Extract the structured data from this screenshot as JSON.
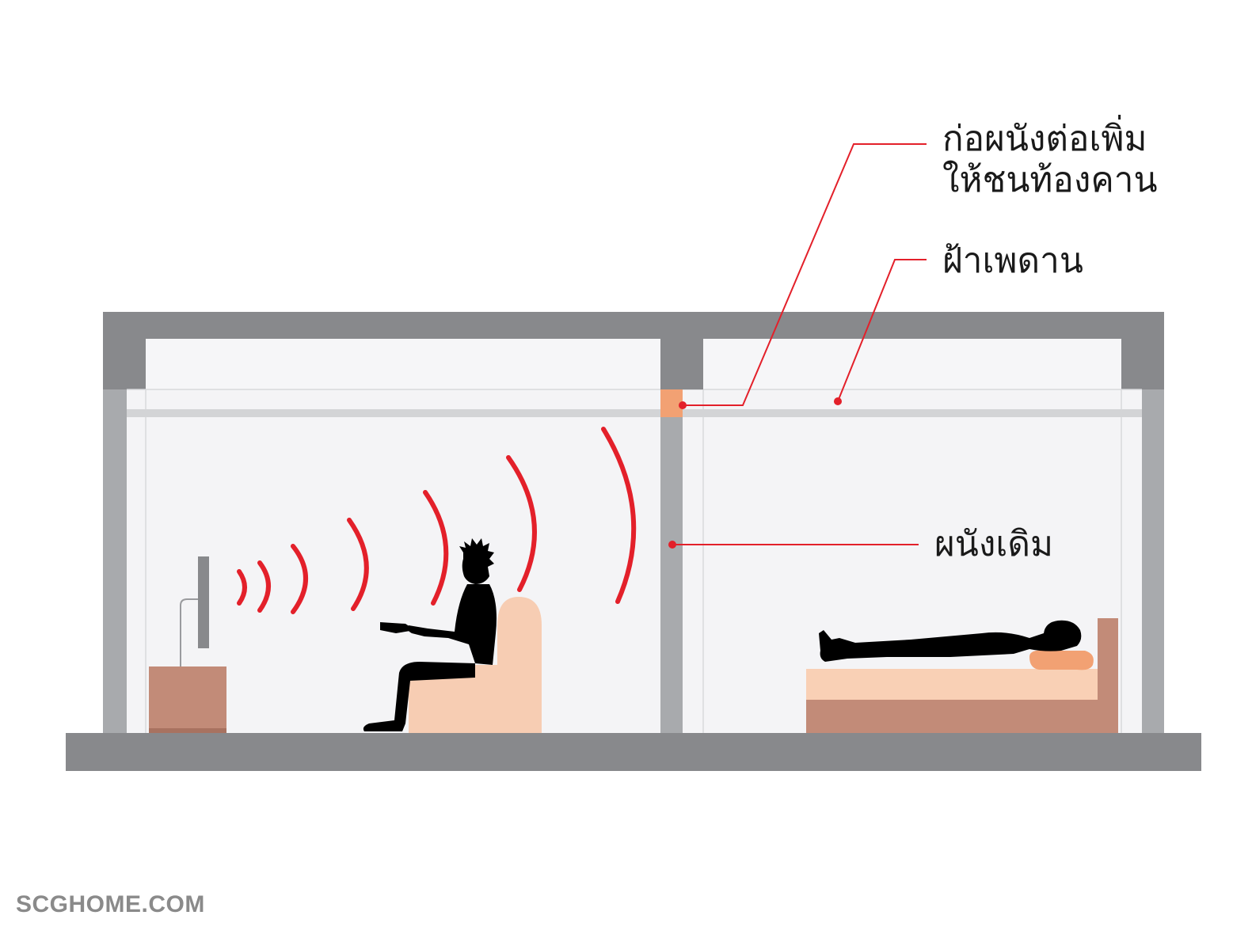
{
  "labels": {
    "extend_wall_line1": "ก่อผนังต่อเพิ่ม",
    "extend_wall_line2": "ให้ชนท้องคาน",
    "ceiling": "ฝ้าเพดาน",
    "existing_wall": "ผนังเดิม"
  },
  "watermark": "SCGHOME.COM",
  "colors": {
    "structure": "#88898c",
    "wall": "#a8aaad",
    "room_bg": "#f4f4f6",
    "upper_void": "#f6f6f8",
    "ceiling_line": "#d3d4d6",
    "added_wall_block": "#f2a173",
    "leader_line": "#e3202a",
    "sound_wave": "#e3202a",
    "furniture_brown": "#c28b78",
    "sofa": "#f7cdb3",
    "mattress": "#f9d0b5",
    "pillow": "#f2a173",
    "silhouette": "#000000"
  },
  "icons": [
    "television-icon",
    "sound-wave-icon",
    "person-seated-icon",
    "armchair-icon",
    "person-sleeping-icon",
    "bed-icon"
  ]
}
